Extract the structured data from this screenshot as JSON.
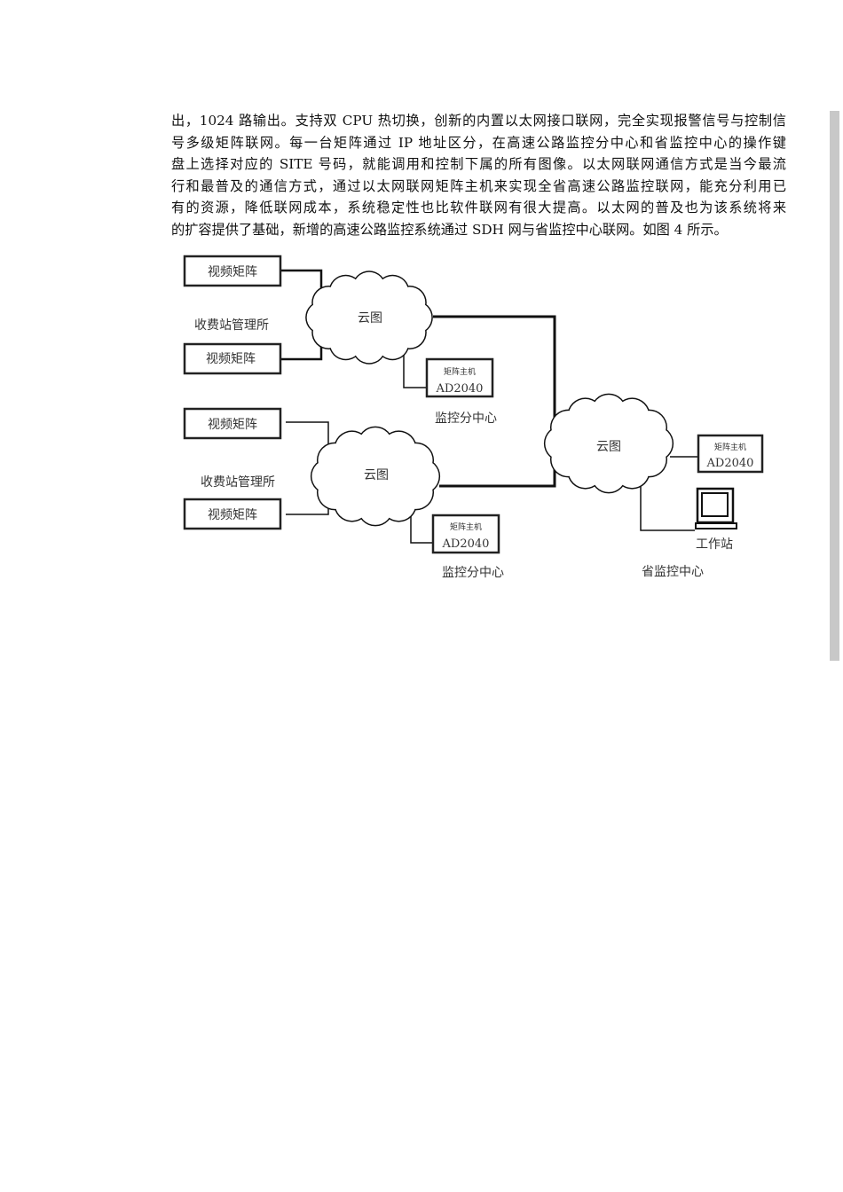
{
  "paragraph": [
    "出，1024 路输出。支持双 CPU 热切换，创新的内置以太网接口联网，完全实现报警信号与控制信",
    "号多级矩阵联网。每一台矩阵通过 IP 地址区分，在高速公路监控分中心和省监控中心的操作键",
    "盘上选择对应的 SITE 号码，就能调用和控制下属的所有图像。以太网联网通信方式是当今最流",
    "行和最普及的通信方式，通过以太网联网矩阵主机来实现全省高速公路监控联网，能充分利用已",
    "有的资源，降低联网成本，系统稳定性也比软件联网有很大提高。以太网的普及也为该系统将来",
    "的扩容提供了基础，新增的高速公路监控系统通过 SDH 网与省监控中心联网。如图 4 所示。"
  ],
  "diagram": {
    "video_matrix": "视频矩阵",
    "toll_station": "收费站管理所",
    "cloud": "云图",
    "matrix_host": "矩阵主机",
    "model": "AD2040",
    "sub_center": "监控分中心",
    "workstation": "工作站",
    "province_center": "省监控中心"
  }
}
